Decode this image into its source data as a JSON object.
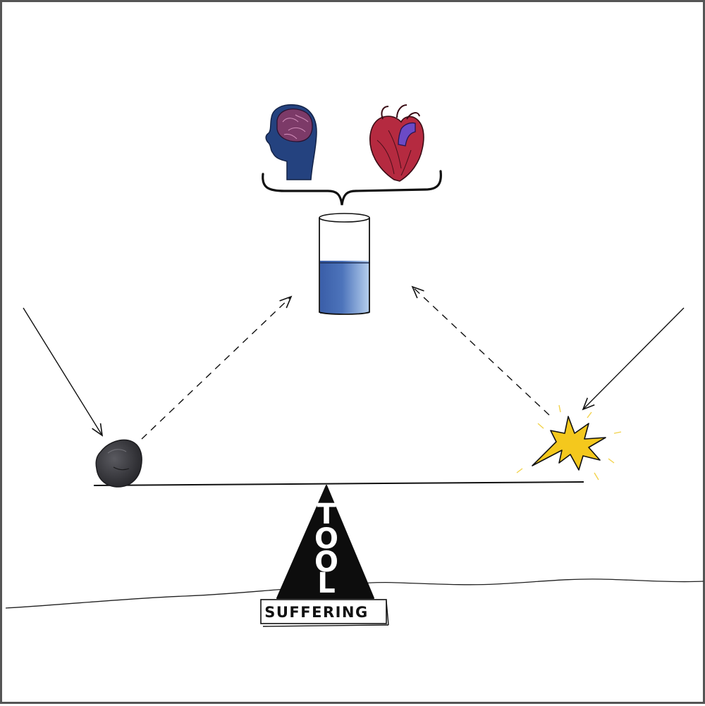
{
  "diagram": {
    "fulcrum_word": "TOOL",
    "fulcrum_letters": [
      "T",
      "O",
      "O",
      "L"
    ],
    "base_label": "SUFFERING",
    "colors": {
      "ink": "#111111",
      "water": "#3f67b0",
      "water_light": "#a9c6ea",
      "brain": "#7a3a66",
      "head": "#23407e",
      "heart": "#b3283d",
      "heart_vessel": "#6a4bc4",
      "rock": "#3a3a3e",
      "spark": "#f2c81e",
      "frame": "#555555"
    },
    "icons": {
      "head": "brain-head-icon",
      "heart": "anatomical-heart-icon",
      "glass": "water-glass-icon",
      "rock": "rock-icon",
      "spark": "spark-burst-icon"
    },
    "glass_fill_fraction": 0.58
  }
}
